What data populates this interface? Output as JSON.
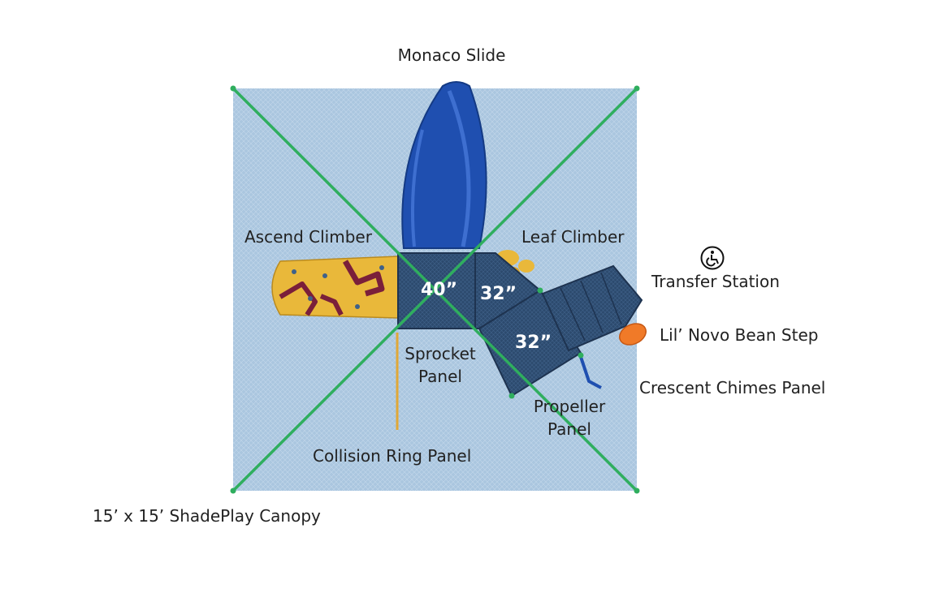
{
  "title": "Monaco Slide",
  "labels": {
    "monaco_slide": "Monaco Slide",
    "ascend_climber": "Ascend Climber",
    "leaf_climber": "Leaf Climber",
    "transfer_station": "Transfer Station",
    "lil_novo_bean_step": "Lil’ Novo Bean Step",
    "crescent_chimes_panel": "Crescent Chimes Panel",
    "sprocket_panel_line1": "Sprocket",
    "sprocket_panel_line2": "Panel",
    "propeller_panel_line1": "Propeller",
    "propeller_panel_line2": "Panel",
    "collision_ring_panel": "Collision Ring Panel",
    "canopy": "15’ x 15’ ShadePlay Canopy"
  },
  "deck_heights": [
    "40”",
    "32”",
    "32”"
  ],
  "icons": {
    "accessibility": "wheelchair-accessible-icon"
  },
  "colors": {
    "canopy_fabric": "#a9c7e0",
    "canopy_cable": "#2fae5e",
    "slide": "#1f4fb0",
    "deck": "#2c4a6e",
    "climber_yellow": "#e9b83a",
    "climber_maroon": "#7a1f3a",
    "bean_step": "#f07a28"
  }
}
